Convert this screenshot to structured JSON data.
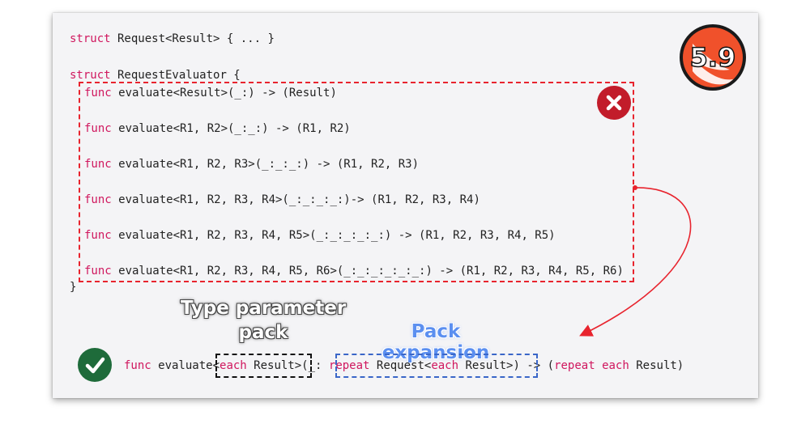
{
  "badge": {
    "version": "5.9",
    "logo_icon": "swift-logo-icon"
  },
  "code": {
    "struct_kw": "struct",
    "func_kw": "func",
    "request_decl": " Request<Result> { ... }",
    "evaluator_decl": " RequestEvaluator {",
    "overloads": [
      " evaluate<Result>(_:) -> (Result)",
      " evaluate<R1, R2>(_:_:) -> (R1, R2)",
      " evaluate<R1, R2, R3>(_:_:_:) -> (R1, R2, R3)",
      " evaluate<R1, R2, R3, R4>(_:_:_:_:)-> (R1, R2, R3, R4)",
      " evaluate<R1, R2, R3, R4, R5>(_:_:_:_:_:) -> (R1, R2, R3, R4, R5)",
      " evaluate<R1, R2, R3, R4, R5, R6>(_:_:_:_:_:_:) -> (R1, R2, R3, R4, R5, R6)"
    ],
    "closing_brace": "}"
  },
  "variadic": {
    "func_kw": "func",
    "name": " evaluate<",
    "each_kw": "each",
    "result_gt": " Result>",
    "paren_open": "(_: ",
    "repeat_kw": "repeat",
    "request_lt": " Request<",
    "each_kw_2": "each",
    "result_gt_2": " Result>",
    "arrow_part": ") -> (",
    "repeat_kw_2": "repeat",
    "space": " ",
    "each_kw_3": "each",
    "result_close": " Result)"
  },
  "labels": {
    "type_parameter_pack_line1": "Type parameter",
    "type_parameter_pack_line2": "pack",
    "pack_expansion": "Pack expansion"
  },
  "colors": {
    "keyword": "#d0175e",
    "error_red": "#e8242e",
    "success_green": "#1e6b3a",
    "pack_blue": "#3a66c8",
    "swift_orange": "#f0512b"
  }
}
